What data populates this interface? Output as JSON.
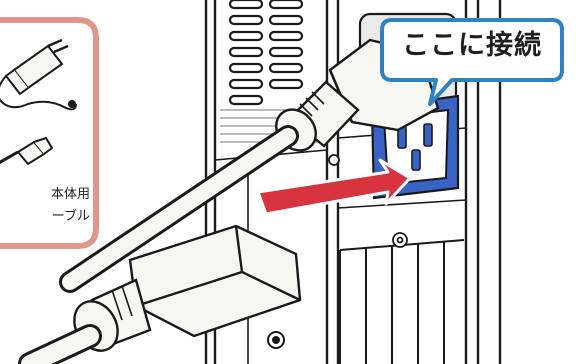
{
  "callout": {
    "text": "ここに接続"
  },
  "inset": {
    "label_line1": "本体用",
    "label_line2": "ーブル"
  },
  "colors": {
    "arrow": "#d7343f",
    "inlet": "#3a63c8",
    "inset_border": "#e0968a",
    "callout_border": "#2f82c0",
    "outline": "#1a1a1a",
    "plug_fill": "#f6f6f3"
  }
}
